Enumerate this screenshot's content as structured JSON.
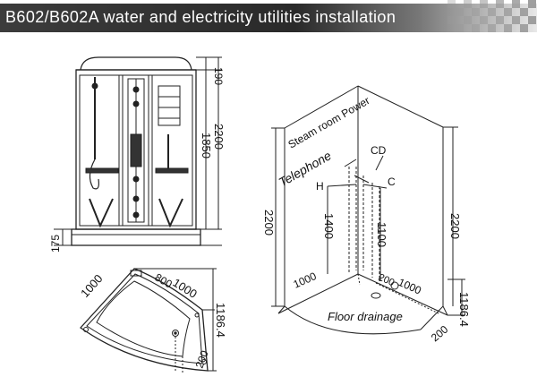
{
  "title": "B602/B602A  water and electricity utilities installation",
  "colors": {
    "title_bg": "#2e2e2e",
    "title_text": "#ffffff",
    "line": "#222222",
    "checker": "#9a9a9a"
  },
  "front_view": {
    "dim_top": "190",
    "dim_middle": "1850",
    "dim_total": "2200",
    "dim_base": "175"
  },
  "plan_view": {
    "side_left": "1000",
    "side_inner": "800",
    "side_right": "1000",
    "diagonal": "1186.4",
    "drain_offset": "200"
  },
  "iso_view": {
    "label_steam": "Steam room Power",
    "label_telephone": "Telephone",
    "label_cd": "CD",
    "label_h": "H",
    "label_c": "C",
    "height_left": "2200",
    "height_right": "2200",
    "height_1400": "1400",
    "height_1100": "1100",
    "floor_left": "1000",
    "floor_right": "1000",
    "floor_offset_left": "200",
    "floor_offset_right": "200",
    "diagonal": "1186.4",
    "floor_drainage": "Floor drainage"
  }
}
